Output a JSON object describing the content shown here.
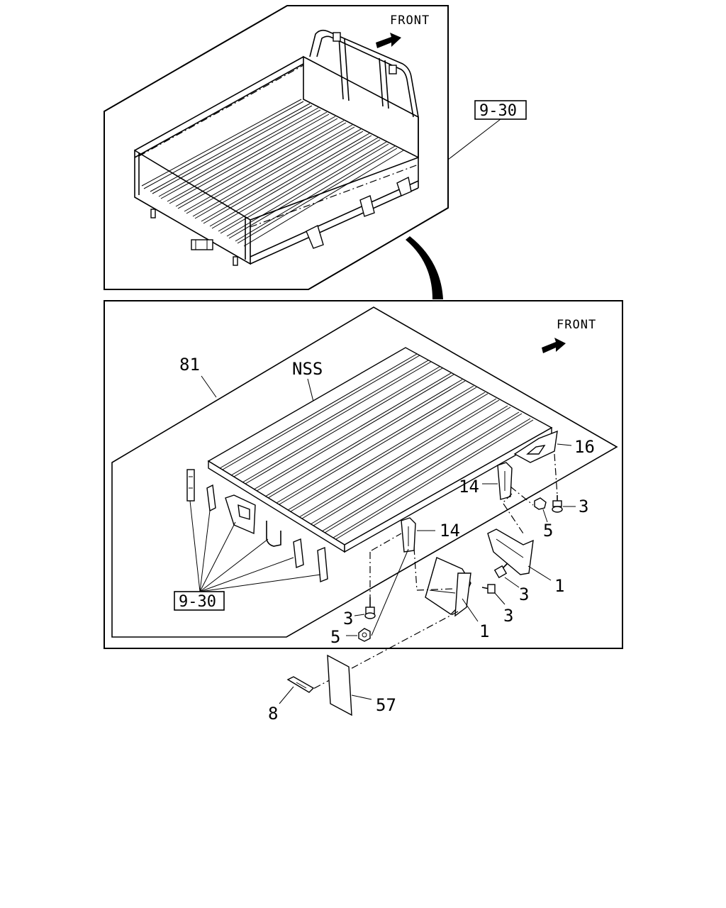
{
  "diagram": {
    "top_view": {
      "front_label": "FRONT",
      "ref_label": "9-30"
    },
    "bottom_view": {
      "front_label": "FRONT",
      "nss_label": "NSS",
      "ref_label": "9-30",
      "callouts": {
        "c81": "81",
        "c16": "16",
        "c14a": "14",
        "c14b": "14",
        "c3a": "3",
        "c3b": "3",
        "c3c": "3",
        "c3d": "3",
        "c5a": "5",
        "c5b": "5",
        "c1a": "1",
        "c1b": "1"
      }
    },
    "loose_parts": {
      "c8": "8",
      "c57": "57"
    }
  }
}
